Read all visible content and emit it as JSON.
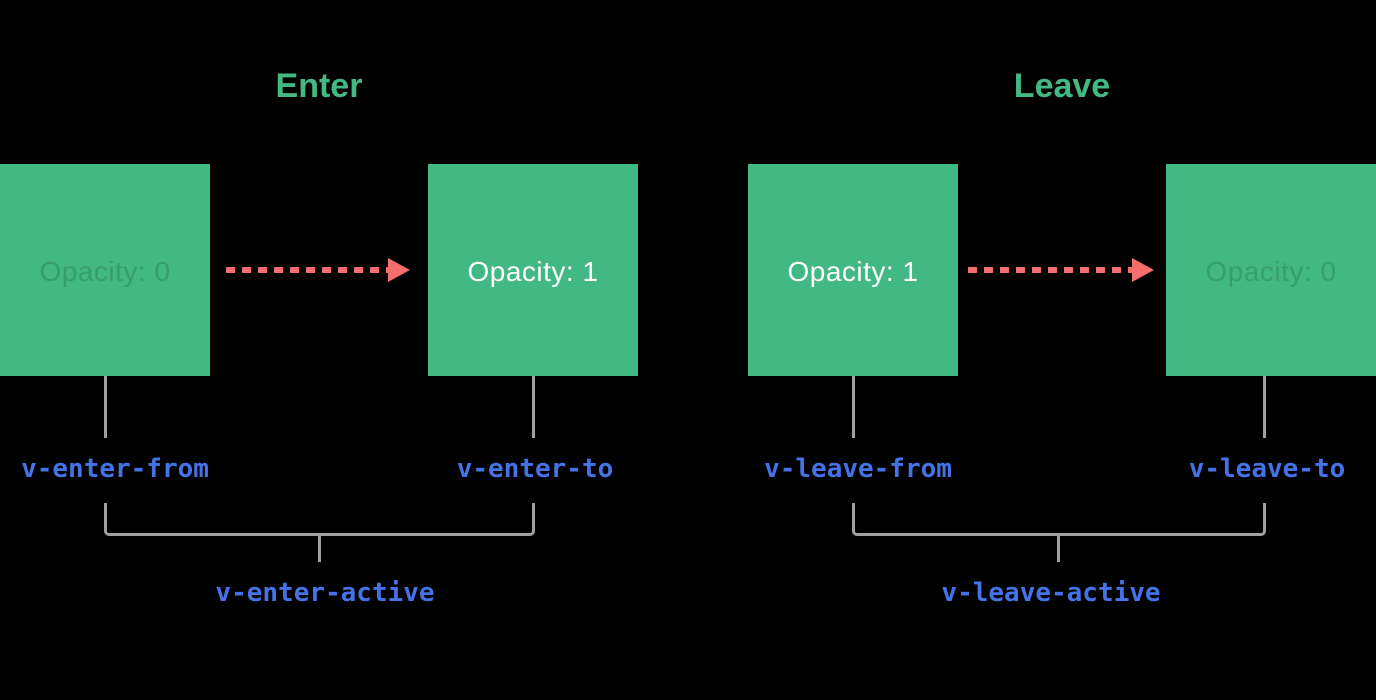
{
  "diagram_title": "Vue transition classes diagram",
  "colors": {
    "background": "#000000",
    "box_green": "#42b883",
    "heading_green": "#42b883",
    "arrow_red": "#f66d6d",
    "connector_gray": "#a0a0a0",
    "class_label_blue": "#4573e7",
    "box_text_white": "#ffffff"
  },
  "sections": [
    {
      "id": "enter",
      "heading": "Enter",
      "boxes": [
        {
          "id": "enter-from-box",
          "text": "Opacity: 0",
          "faded": true
        },
        {
          "id": "enter-to-box",
          "text": "Opacity: 1",
          "faded": false
        }
      ],
      "labels": {
        "from": "v-enter-from",
        "to": "v-enter-to",
        "active": "v-enter-active"
      }
    },
    {
      "id": "leave",
      "heading": "Leave",
      "boxes": [
        {
          "id": "leave-from-box",
          "text": "Opacity: 1",
          "faded": false
        },
        {
          "id": "leave-to-box",
          "text": "Opacity: 0",
          "faded": true
        }
      ],
      "labels": {
        "from": "v-leave-from",
        "to": "v-leave-to",
        "active": "v-leave-active"
      }
    }
  ]
}
